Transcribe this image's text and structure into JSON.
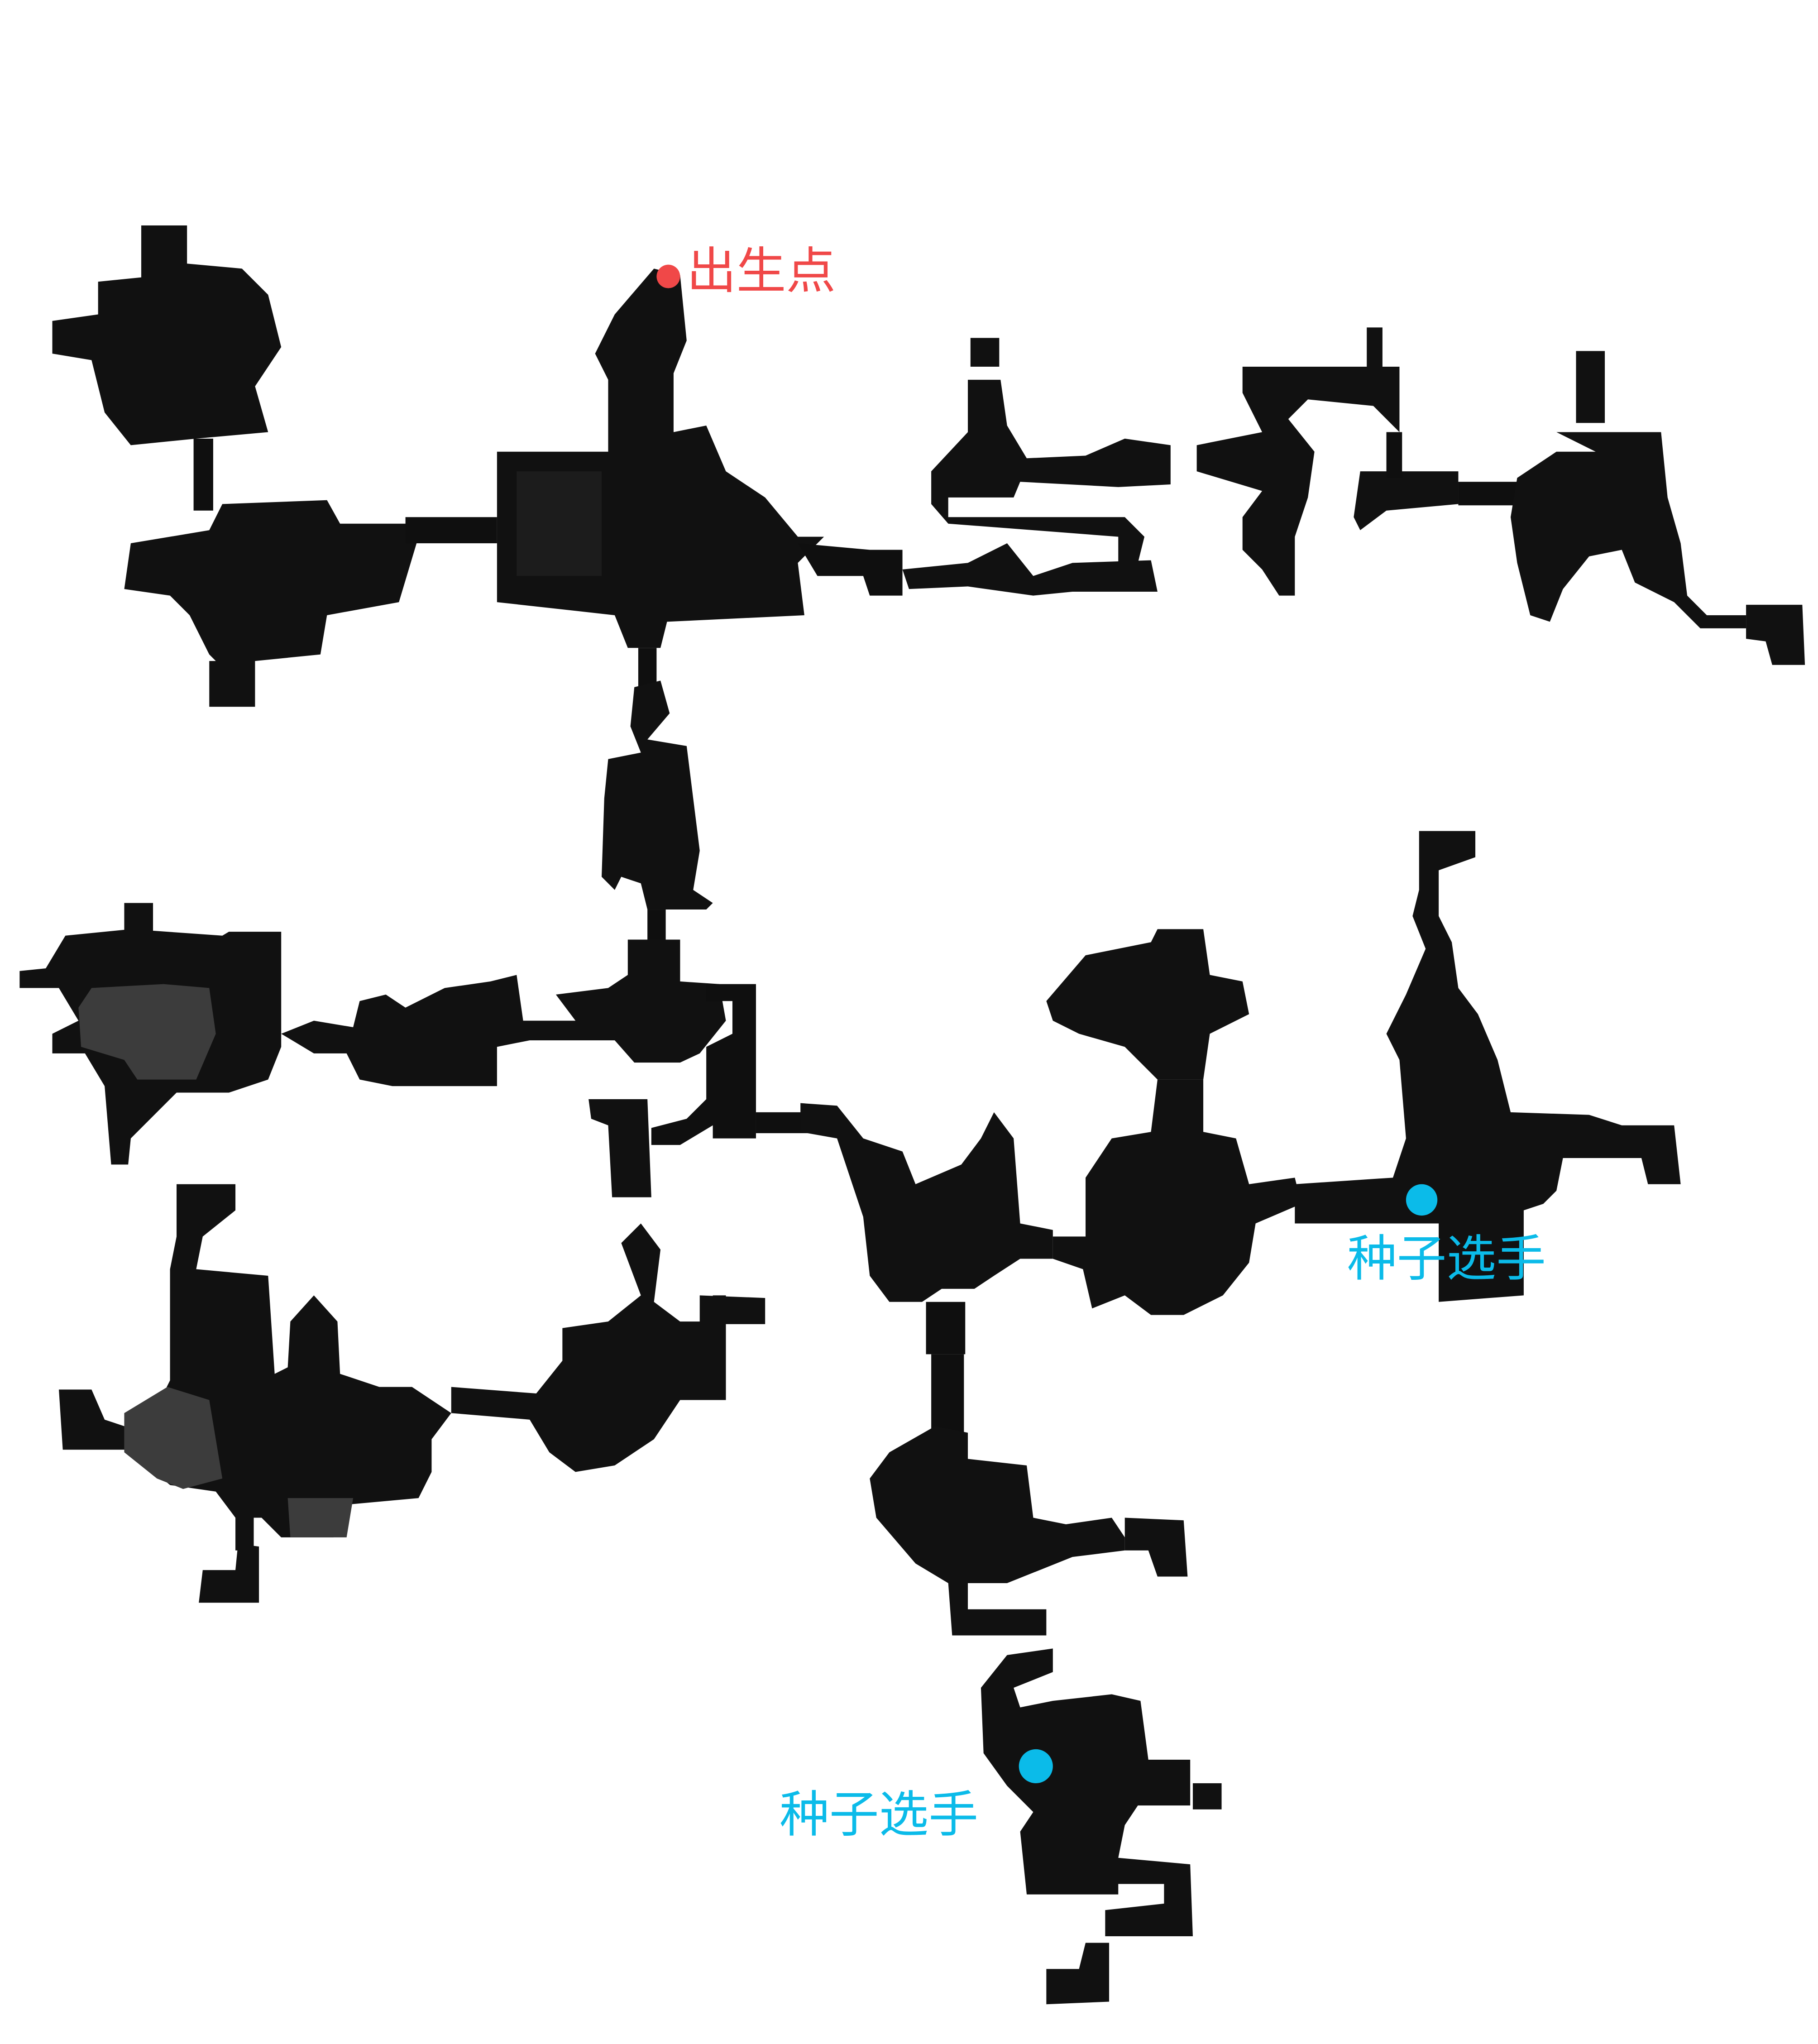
{
  "map": {
    "markers": [
      {
        "type": "spawn",
        "label": "出生点",
        "color": "#f04848"
      },
      {
        "type": "seed-player",
        "label": "种子选手",
        "color": "#0bbbe9"
      },
      {
        "type": "seed-player",
        "label": "种子选手",
        "color": "#0bbbe9"
      }
    ],
    "colors": {
      "room": "#111111",
      "room_alt": "#3c3c3c",
      "background": "#ffffff"
    }
  }
}
